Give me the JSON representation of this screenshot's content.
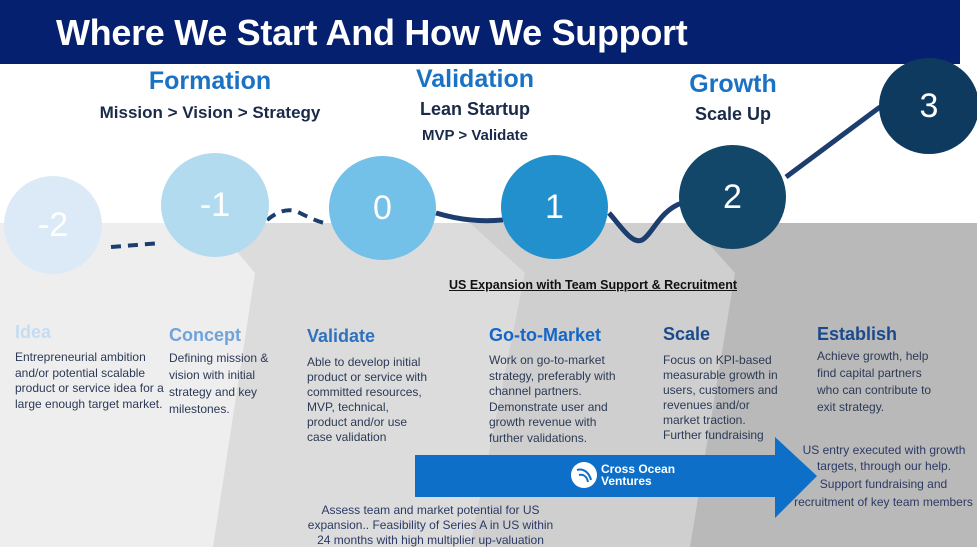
{
  "title": "Where We Start And How We Support",
  "stages": [
    {
      "heading": "Formation",
      "sub": "Mission  >  Vision  >  Strategy"
    },
    {
      "heading": "Validation",
      "sub": "Lean Startup",
      "sub2": "MVP > Validate"
    },
    {
      "heading": "Growth",
      "sub": "Scale Up"
    }
  ],
  "circles": [
    {
      "label": "-2",
      "color": "#dbeaf6"
    },
    {
      "label": "-1",
      "color": "#b3dbf0"
    },
    {
      "label": "0",
      "color": "#73c0e8"
    },
    {
      "label": "1",
      "color": "#2190cc"
    },
    {
      "label": "2",
      "color": "#12476a"
    },
    {
      "label": "3",
      "color": "#0e3a5f"
    }
  ],
  "us_expansion_heading": "US Expansion with Team Support & Recruitment",
  "columns": [
    {
      "heading": "Idea",
      "text": "Entrepreneurial ambition and/or potential scalable product or service idea for a large enough target market.",
      "color": "#c5ddf3"
    },
    {
      "heading": "Concept",
      "text": "Defining mission & vision with initial strategy and key milestones.",
      "color": "#6ea3dc"
    },
    {
      "heading": "Validate",
      "text": "Able to develop initial product or service with committed resources, MVP, technical, product and/or use case validation",
      "color": "#2e72bf"
    },
    {
      "heading": "Go-to-Market",
      "text": "Work on go-to-market strategy, preferably with channel partners. Demonstrate user and growth revenue with further validations.",
      "color": "#1466c9"
    },
    {
      "heading": "Scale",
      "text": "Focus on KPI-based measurable growth in users, customers and revenues and/or market traction. Further fundraising",
      "color": "#1b4a8c"
    },
    {
      "heading": "Establish",
      "text": "Achieve growth, help find capital partners who can contribute to exit strategy.",
      "color": "#1b4a8c"
    }
  ],
  "arrow": {
    "logo_line1": "Cross Ocean",
    "logo_line2": "Ventures",
    "color": "#0e6fc8"
  },
  "notes": {
    "assess": "Assess team and market potential for US expansion.. Feasibility of Series A in US within 24 months with high multiplier up-valuation",
    "us_entry": "US entry executed with growth targets, through our help.",
    "support": "Support fundraising and recruitment of key team members"
  }
}
